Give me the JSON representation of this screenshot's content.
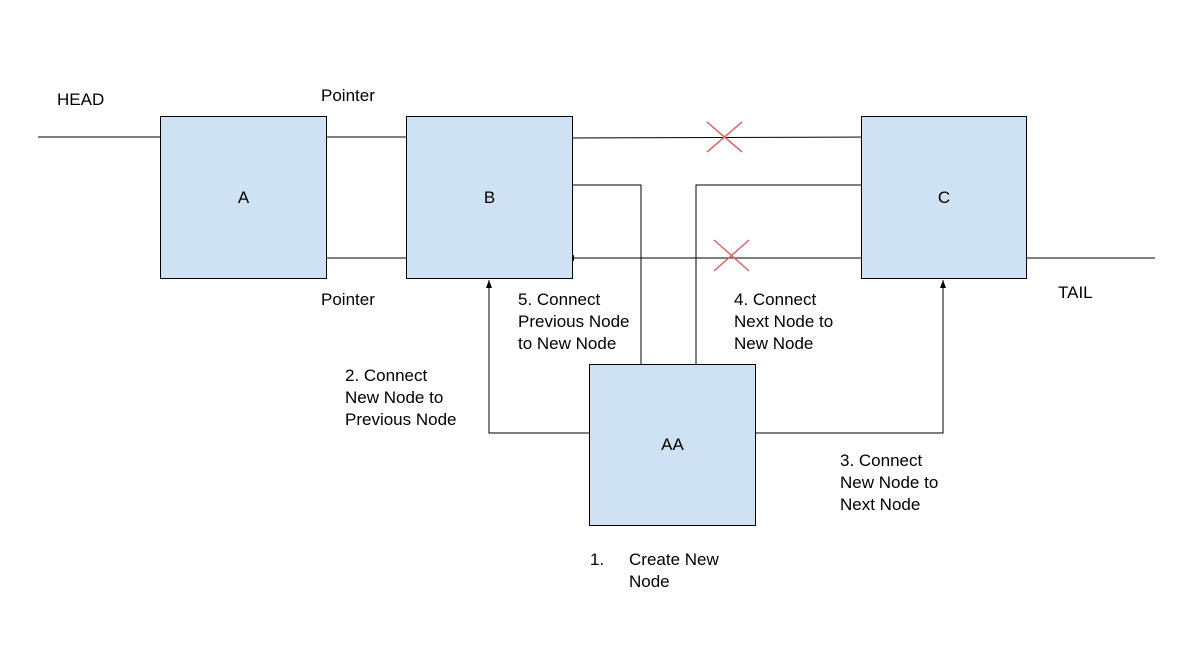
{
  "nodes": {
    "a": "A",
    "b": "B",
    "c": "C",
    "aa": "AA"
  },
  "labels": {
    "head": "HEAD",
    "tail": "TAIL",
    "pointer_top": "Pointer",
    "pointer_bottom": "Pointer"
  },
  "steps": {
    "step1": {
      "number": "1.",
      "lines": [
        "Create New",
        "Node"
      ]
    },
    "step2": {
      "lines": [
        "2. Connect",
        "New Node to",
        "Previous Node"
      ]
    },
    "step3": {
      "lines": [
        "3. Connect",
        "New Node to",
        "Next Node"
      ]
    },
    "step4": {
      "lines": [
        "4. Connect",
        "Next Node to",
        "New Node"
      ]
    },
    "step5": {
      "lines": [
        "5. Connect",
        "Previous Node",
        "to New Node"
      ]
    }
  },
  "colors": {
    "node_fill": "#cfe2f3",
    "line": "#000000",
    "cross": "#e06666"
  }
}
